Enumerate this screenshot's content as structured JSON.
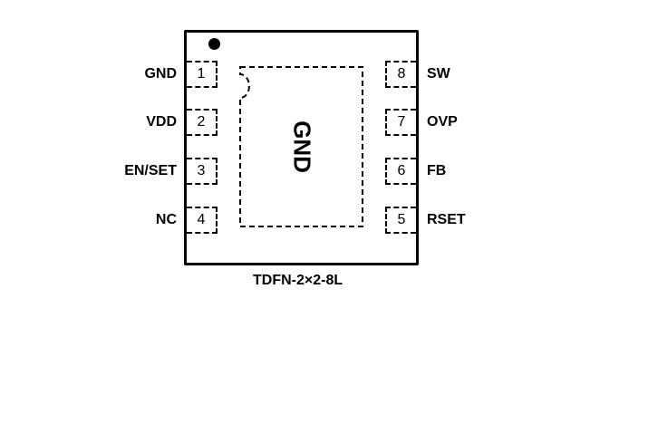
{
  "package": {
    "name": "TDFN-2×2-8L",
    "exposed_pad_label": "GND",
    "pin1_marker": "dot"
  },
  "pins": {
    "left": [
      {
        "number": "1",
        "name": "GND"
      },
      {
        "number": "2",
        "name": "VDD"
      },
      {
        "number": "3",
        "name": "EN/SET"
      },
      {
        "number": "4",
        "name": "NC"
      }
    ],
    "right": [
      {
        "number": "8",
        "name": "SW"
      },
      {
        "number": "7",
        "name": "OVP"
      },
      {
        "number": "6",
        "name": "FB"
      },
      {
        "number": "5",
        "name": "RSET"
      }
    ]
  }
}
